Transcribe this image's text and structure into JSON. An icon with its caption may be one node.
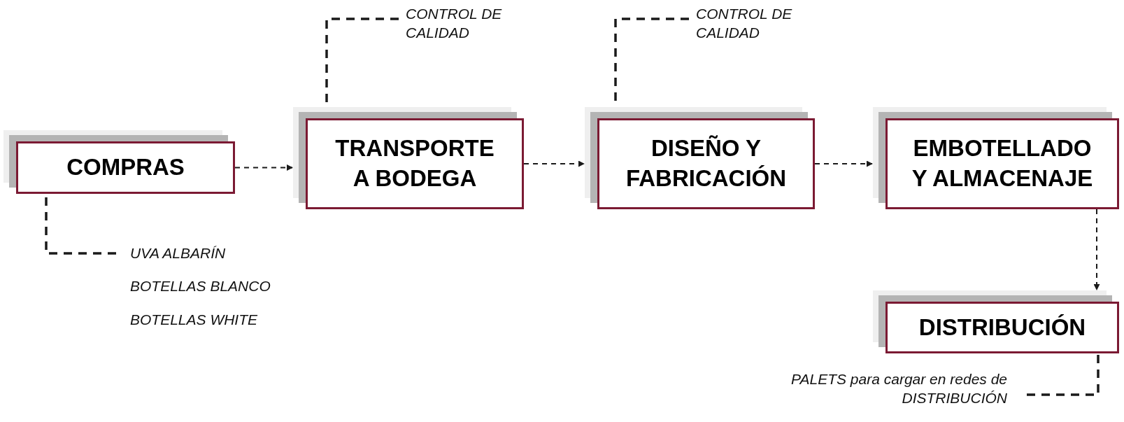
{
  "diagram": {
    "nodes": [
      {
        "text": [
          "COMPRAS"
        ]
      },
      {
        "text": [
          "TRANSPORTE A BODEGA"
        ]
      },
      {
        "text": [
          "DISEÑO Y FABRICACIÓN"
        ]
      },
      {
        "text": [
          "EMBOTELLADO Y ALMACENAJE"
        ]
      },
      {
        "text": [
          "DISTRIBUCIÓN"
        ]
      },
      {
        "text": [
          "UVA ALBARÍN",
          "BOTELLAS BLANCO",
          "BOTELLAS WHITE"
        ]
      },
      {
        "text": [
          "CONTROL DE CALIDAD"
        ]
      },
      {
        "text": [
          "CONTROL DE CALIDAD"
        ]
      },
      {
        "text": [
          "PALETS para cargar en redes de DISTRIBUCIÓN"
        ]
      }
    ],
    "edges": [
      {
        "from": 0,
        "to": 1,
        "arrow": "to",
        "style": "dashed"
      },
      {
        "from": 1,
        "to": 2,
        "arrow": "to",
        "style": "dashed"
      },
      {
        "from": 2,
        "to": 3,
        "arrow": "to",
        "style": "dashed"
      },
      {
        "from": 3,
        "to": 4,
        "arrow": "to",
        "style": "dashed"
      },
      {
        "from": 5,
        "to": 0,
        "arrow": "none",
        "style": "dashed"
      },
      {
        "from": 6,
        "to": 1,
        "arrow": "none",
        "style": "dashed"
      },
      {
        "from": 7,
        "to": 2,
        "arrow": "none",
        "style": "dashed"
      },
      {
        "from": 8,
        "to": 4,
        "arrow": "none",
        "style": "dashed"
      }
    ]
  }
}
